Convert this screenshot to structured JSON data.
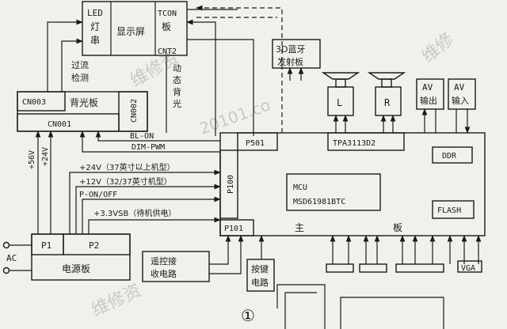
{
  "blocks": {
    "led_strip": [
      "LED",
      "灯",
      "串"
    ],
    "display": "显示屏",
    "tcon": [
      "TCON",
      "板"
    ],
    "cnt2": "CNT2",
    "bt_emitter": [
      "3D蓝牙",
      "发射板"
    ],
    "speaker_l": "L",
    "speaker_r": "R",
    "av_out": [
      "AV",
      "输出"
    ],
    "av_in": [
      "AV",
      "输入"
    ],
    "backlight_board": "背光板",
    "cn003": "CN003",
    "cn001": "CN001",
    "cn002": "CN002",
    "overcurrent_detect": [
      "过流",
      "检测"
    ],
    "dynamic_backlight": [
      "动",
      "态",
      "背",
      "光"
    ],
    "main_board_left": "主",
    "main_board_right": "板",
    "p501": "P501",
    "tpa": "TPA3113D2",
    "ddr": "DDR",
    "mcu": [
      "MCU",
      "MSD61981BTC"
    ],
    "flash": "FLASH",
    "p100": "P100",
    "p101": "P101",
    "power_board": "电源板",
    "p1": "P1",
    "p2": "P2",
    "ac": "AC",
    "ir_receiver": [
      "遥控接",
      "收电路"
    ],
    "key_circuit": [
      "按键",
      "电路"
    ],
    "vga": "VGA",
    "circle_label": "①"
  },
  "signals": {
    "v56": "+56V",
    "v24_vertical": "+24V",
    "bl_on": "BL-ON",
    "dim_pwm": "DIM-PWM",
    "v24_line": "+24V（37英寸以上机型）",
    "v12_line": "+12V（32/37英寸机型）",
    "p_on_off": "P-ON/OFF",
    "v33_line": "+3.3VSB（待机供电）"
  },
  "watermark": [
    "维修资",
    "20101.co",
    "维修",
    "维修资"
  ]
}
